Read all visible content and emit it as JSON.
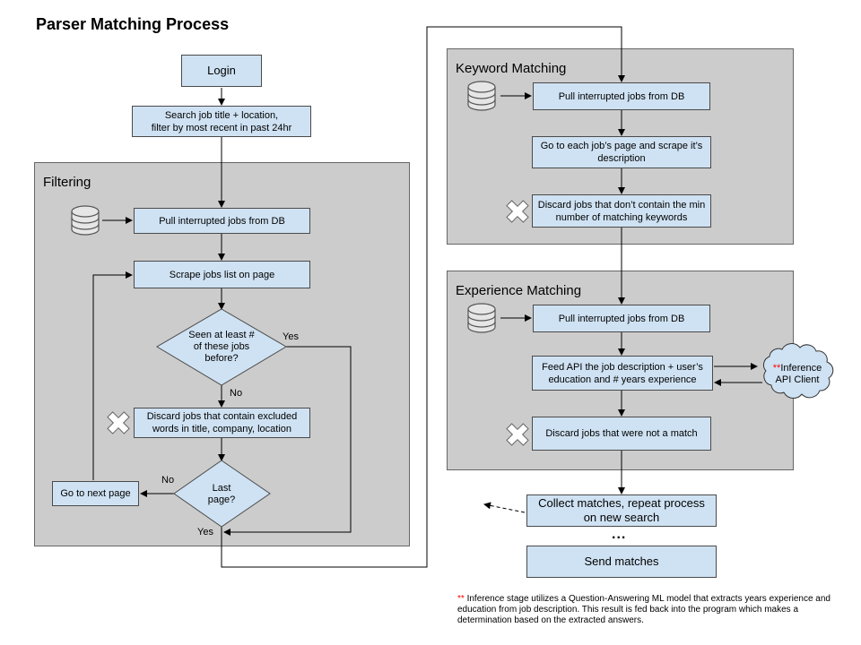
{
  "title": "Parser Matching Process",
  "groups": {
    "filtering": "Filtering",
    "keyword": "Keyword Matching",
    "experience": "Experience Matching"
  },
  "nodes": {
    "login": "Login",
    "search": "Search job title + location,\nfilter by most recent in past 24hr",
    "f_pull": "Pull interrupted jobs from DB",
    "f_scrape": "Scrape jobs list on page",
    "f_seen": "Seen at least #\nof these jobs\nbefore?",
    "f_discard": "Discard jobs that contain excluded\nwords in title, company, location",
    "f_last": "Last\npage?",
    "f_next": "Go to next page",
    "k_pull": "Pull interrupted jobs from DB",
    "k_scrape": "Go to each job’s page and scrape it’s\ndescription",
    "k_discard": "Discard jobs that don’t contain the min\nnumber of matching keywords",
    "e_pull": "Pull interrupted jobs from DB",
    "e_feed": "Feed API the job description + user’s\neducation and # years experience",
    "e_discard": "Discard jobs that were not a match",
    "collect": "Collect matches, repeat process\non new search",
    "send": "Send matches",
    "ellipsis": "..."
  },
  "edge_labels": {
    "yes1": "Yes",
    "no1": "No",
    "no2": "No",
    "yes2": "Yes"
  },
  "cloud": {
    "stars": "**",
    "line1": "Inference",
    "line2": "API Client"
  },
  "footnote": {
    "stars": "**",
    "text": " Inference stage utilizes a Question-Answering ML model that extracts years experience and education from job description. This result is fed back into the program which makes a determination based on the extracted answers."
  },
  "icons": {
    "database": "database-icon",
    "discard": "x-icon"
  }
}
